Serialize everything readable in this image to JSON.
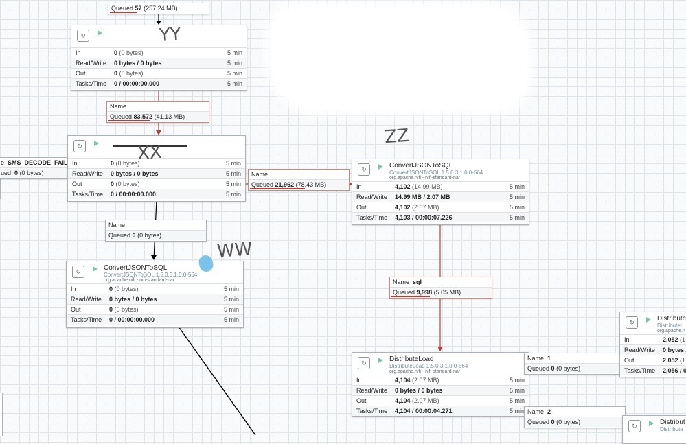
{
  "labels": {
    "in": "In",
    "rw": "Read/Write",
    "out": "Out",
    "tasks": "Tasks/Time",
    "name": "Name",
    "queued": "Queued",
    "window": "5 min"
  },
  "connections": {
    "top": {
      "queued": "57",
      "queued_size": "(257.24 MB)"
    },
    "mid": {
      "queued": "83,572",
      "queued_size": "(41.13 MB)"
    },
    "sms": {
      "name": "SMS_DECODE_FAIL",
      "queued": "0",
      "queued_size": "(0 bytes)"
    },
    "to_convert_right": {
      "queued": "21,962",
      "queued_size": "(78.43 MB)"
    },
    "to_ww": {
      "queued": "0",
      "queued_size": "(0 bytes)"
    },
    "sql": {
      "name": "sql",
      "queued": "9,998",
      "queued_size": "(5.05 MB)"
    },
    "one": {
      "name": "1",
      "queued": "0",
      "queued_size": "(0 bytes)"
    },
    "two": {
      "name": "2",
      "queued": "0",
      "queued_size": "(0 bytes)"
    }
  },
  "processors": {
    "yy": {
      "in": "0",
      "in_sub": "(0 bytes)",
      "rw": "0 bytes / 0 bytes",
      "out": "0",
      "out_sub": "(0 bytes)",
      "tasks": "0 / 00:00:00.000"
    },
    "xx": {
      "in": "0",
      "in_sub": "(0 bytes)",
      "rw": "0 bytes / 0 bytes",
      "out": "0",
      "out_sub": "(0 bytes)",
      "tasks": "0 / 00:00:00.000"
    },
    "ww": {
      "title": "ConvertJSONToSQL",
      "type": "ConvertJSONToSQL 1.5.0.3.1.0.0-564",
      "bundle": "org.apache.nifi - nifi-standard-nar",
      "in": "0",
      "in_sub": "(0 bytes)",
      "rw": "0 bytes / 0 bytes",
      "out": "0",
      "out_sub": "(0 bytes)",
      "tasks": "0 / 00:00:00.000"
    },
    "zz": {
      "title": "ConvertJSONToSQL",
      "type": "ConvertJSONToSQL 1.5.0.3.1.0.0-564",
      "bundle": "org.apache.nifi - nifi-standard-nar",
      "in": "4,102",
      "in_sub": "(14.99 MB)",
      "rw": "14.99 MB / 2.07 MB",
      "out": "4,102",
      "out_sub": "(2.07 MB)",
      "tasks": "4,103 / 00:00:07.226"
    },
    "distribute": {
      "title": "DistributeLoad",
      "type": "DistributeLoad 1.5.0.3.1.0.0-564",
      "bundle": "org.apache.nifi - nifi-standard-nar",
      "in": "4,104",
      "in_sub": "(2.07 MB)",
      "rw": "0 bytes / 0 bytes",
      "out": "4,104",
      "out_sub": "(2.07 MB)",
      "tasks": "4,104 / 00:00:04.271"
    },
    "right1": {
      "title": "Distribute",
      "type": "DistributeL",
      "bundle": "org.apache.n",
      "in": "2,052",
      "in_sub": "(1.",
      "rw": "0 bytes /",
      "out": "2,052",
      "out_sub": "(1.",
      "tasks": "2,056 / 0"
    },
    "right2": {
      "title": "Distribut",
      "type": "Distribute"
    }
  },
  "scribbles": {
    "yy": "YY",
    "xx": "XX",
    "zz": "ZZ",
    "ww": "WW"
  }
}
